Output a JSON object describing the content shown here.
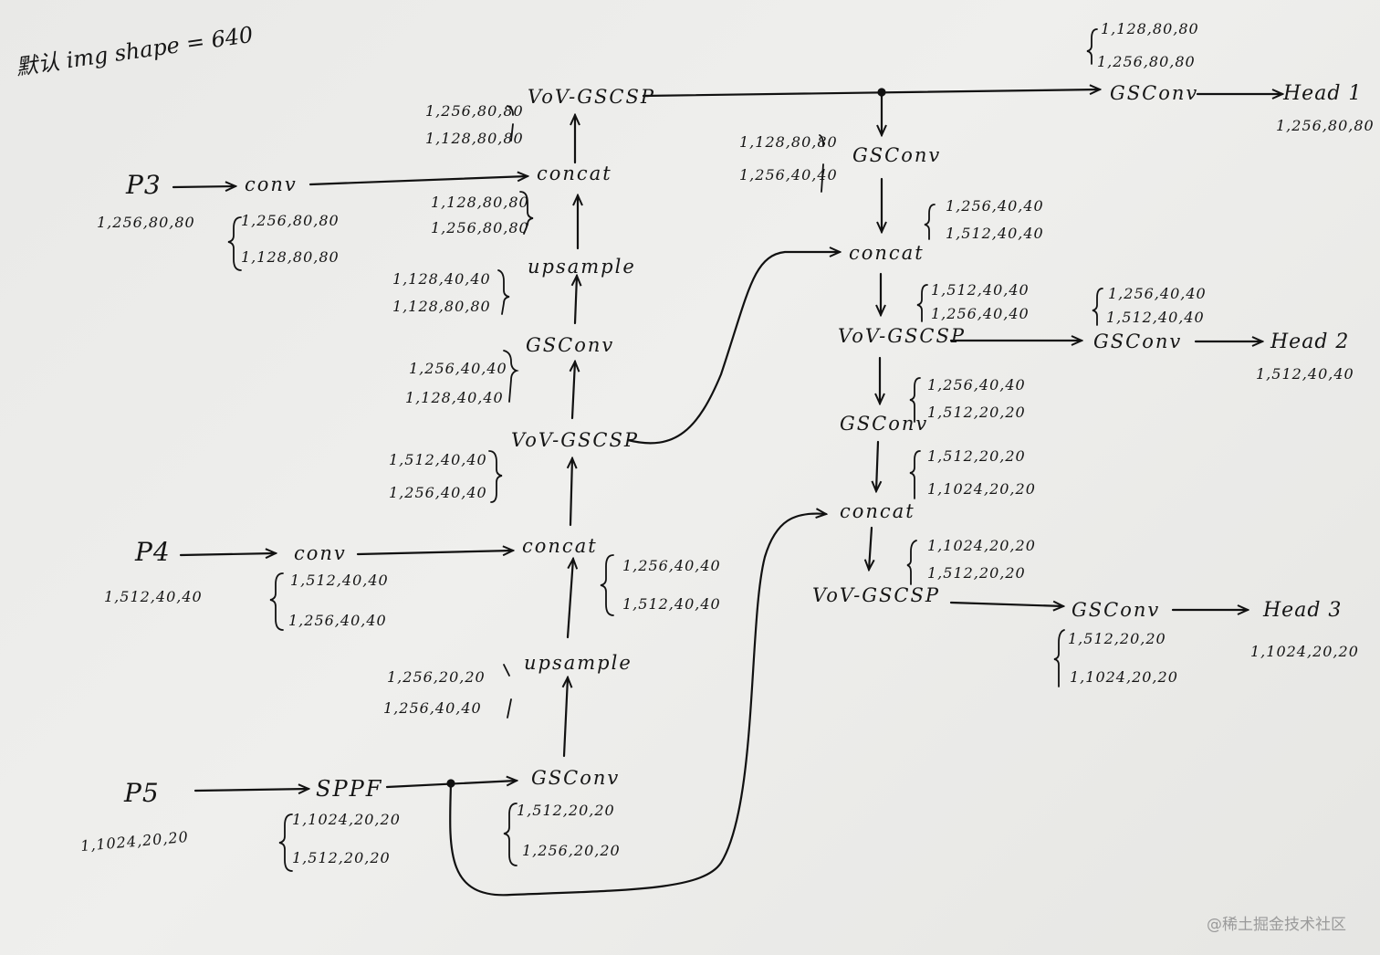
{
  "note": "默认 img shape = 640",
  "watermark": "@稀土掘金技术社区",
  "nodes": {
    "p3": "P3",
    "p4": "P4",
    "p5": "P5",
    "conv_p3": "conv",
    "conv_p4": "conv",
    "sppf": "SPPF",
    "gsconv_p5": "GSConv",
    "upsample_low": "upsample",
    "concat_mid": "concat",
    "vov_mid": "VoV-GSCSP",
    "gsconv_mid": "GSConv",
    "upsample_high": "upsample",
    "concat_top": "concat",
    "vov_top": "VoV-GSCSP",
    "gsconv_r1": "GSConv",
    "concat_r1": "concat",
    "vov_r1": "VoV-GSCSP",
    "gsconv_r2": "GSConv",
    "concat_r2": "concat",
    "vov_r2": "VoV-GSCSP",
    "gsconv_h1": "GSConv",
    "gsconv_h2": "GSConv",
    "gsconv_h3": "GSConv",
    "head1": "Head 1",
    "head2": "Head 2",
    "head3": "Head 3"
  },
  "shapes": {
    "p3": "1,256,80,80",
    "p4": "1,512,40,40",
    "p5": "1,1024,20,20",
    "conv_p3_in": "1,256,80,80",
    "conv_p3_out": "1,128,80,80",
    "conv_p4_in": "1,512,40,40",
    "conv_p4_out": "1,256,40,40",
    "sppf_in": "1,1024,20,20",
    "sppf_out": "1,512,20,20",
    "gsconv_p5_in": "1,512,20,20",
    "gsconv_p5_out": "1,256,20,20",
    "upsample_low_in": "1,256,20,20",
    "upsample_low_out": "1,256,40,40",
    "concat_mid_in": "1,256,40,40",
    "concat_mid_out": "1,512,40,40",
    "vov_mid_in": "1,512,40,40",
    "vov_mid_out": "1,256,40,40",
    "gsconv_mid_in": "1,256,40,40",
    "gsconv_mid_out": "1,128,40,40",
    "upsample_high_in": "1,128,40,40",
    "upsample_high_out": "1,128,80,80",
    "concat_top_in": "1,128,80,80",
    "concat_top_out": "1,256,80,80",
    "vov_top_in": "1,256,80,80",
    "vov_top_out": "1,128,80,80",
    "gsconv_r1_in": "1,128,80,80",
    "gsconv_r1_out": "1,256,40,40",
    "concat_r1_in": "1,256,40,40",
    "concat_r1_out": "1,512,40,40",
    "vov_r1_in": "1,512,40,40",
    "vov_r1_out": "1,256,40,40",
    "gsconv_r2_in": "1,256,40,40",
    "gsconv_r2_out": "1,512,20,20",
    "concat_r2_in": "1,512,20,20",
    "concat_r2_out": "1,1024,20,20",
    "vov_r2_in": "1,1024,20,20",
    "vov_r2_out": "1,512,20,20",
    "gsconv_h1_in": "1,128,80,80",
    "gsconv_h1_out": "1,256,80,80",
    "gsconv_h2_in": "1,256,40,40",
    "gsconv_h2_out": "1,512,40,40",
    "gsconv_h3_in": "1,512,20,20",
    "gsconv_h3_out": "1,1024,20,20",
    "head1": "1,256,80,80",
    "head2": "1,512,40,40",
    "head3": "1,1024,20,20"
  }
}
